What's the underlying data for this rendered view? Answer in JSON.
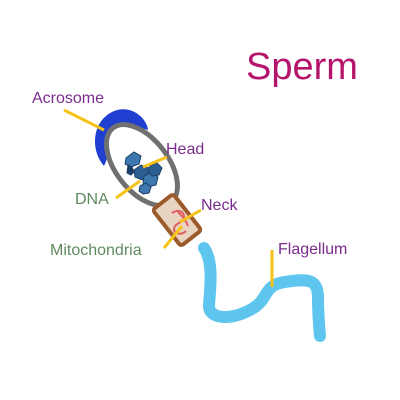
{
  "title": "Sperm",
  "labels": {
    "acrosome": "Acrosome",
    "head": "Head",
    "dna": "DNA",
    "neck": "Neck",
    "mitochondria": "Mitochondria",
    "flagellum": "Flagellum"
  },
  "colors": {
    "title": "#b5146b",
    "label_purple": "#7a2c8c",
    "label_green": "#5f8a5f",
    "leader": "#f7c21a",
    "acrosome": "#1f3fd0",
    "head_outline": "#707070",
    "dna": "#2a5f8f",
    "neck_fill": "#e8d4c0",
    "neck_outline": "#9a5a2a",
    "mitochondria": "#e06060",
    "flagellum": "#5ec6ee"
  }
}
